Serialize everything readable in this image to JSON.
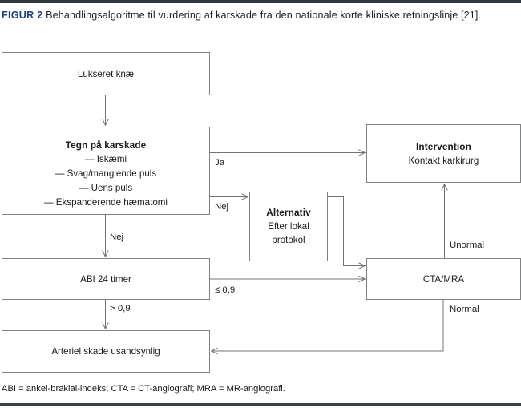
{
  "figure": {
    "number_label": "FIGUR 2",
    "caption": " Behandlingsalgoritme til vurdering af karskade fra den nationale korte kliniske retningslinje [21].",
    "footnote": "ABI = ankel-brakial-indeks; CTA = CT-angiografi; MRA = MR-angiografi."
  },
  "colors": {
    "accent": "#23437e",
    "rule": "#33383d",
    "box_border": "#808284",
    "text": "#1a1a1a"
  },
  "chart_data": {
    "type": "diagram",
    "title": "Behandlingsalgoritme til vurdering af karskade",
    "nodes": [
      {
        "id": "lukseret",
        "label": "Lukseret knæ"
      },
      {
        "id": "tegn",
        "title": "Tegn på karskade",
        "items": [
          "—   Iskæmi",
          "—   Svag/manglende puls",
          "—   Uens puls",
          "—   Ekspanderende hæmatomi"
        ]
      },
      {
        "id": "interv",
        "title": "Intervention",
        "sub": "Kontakt karkirurg"
      },
      {
        "id": "alternativ",
        "title": "Alternativ",
        "sub1": "Efter lokal",
        "sub2": "protokol"
      },
      {
        "id": "abi",
        "label": "ABI 24 timer"
      },
      {
        "id": "cta",
        "label": "CTA/MRA"
      },
      {
        "id": "arteriel",
        "label": "Arteriel skade usandsynlig"
      }
    ],
    "edges": [
      {
        "from": "lukseret",
        "to": "tegn",
        "label": ""
      },
      {
        "from": "tegn",
        "to": "interv",
        "label": "Ja"
      },
      {
        "from": "tegn",
        "to": "alternativ",
        "label": "Nej"
      },
      {
        "from": "tegn",
        "to": "abi",
        "label": "Nej"
      },
      {
        "from": "alternativ",
        "to": "cta",
        "label": ""
      },
      {
        "from": "abi",
        "to": "cta",
        "label": "≤ 0,9"
      },
      {
        "from": "abi",
        "to": "arteriel",
        "label": "> 0,9"
      },
      {
        "from": "cta",
        "to": "interv",
        "label": "Unormal"
      },
      {
        "from": "cta",
        "to": "arteriel",
        "label": "Normal"
      }
    ]
  }
}
